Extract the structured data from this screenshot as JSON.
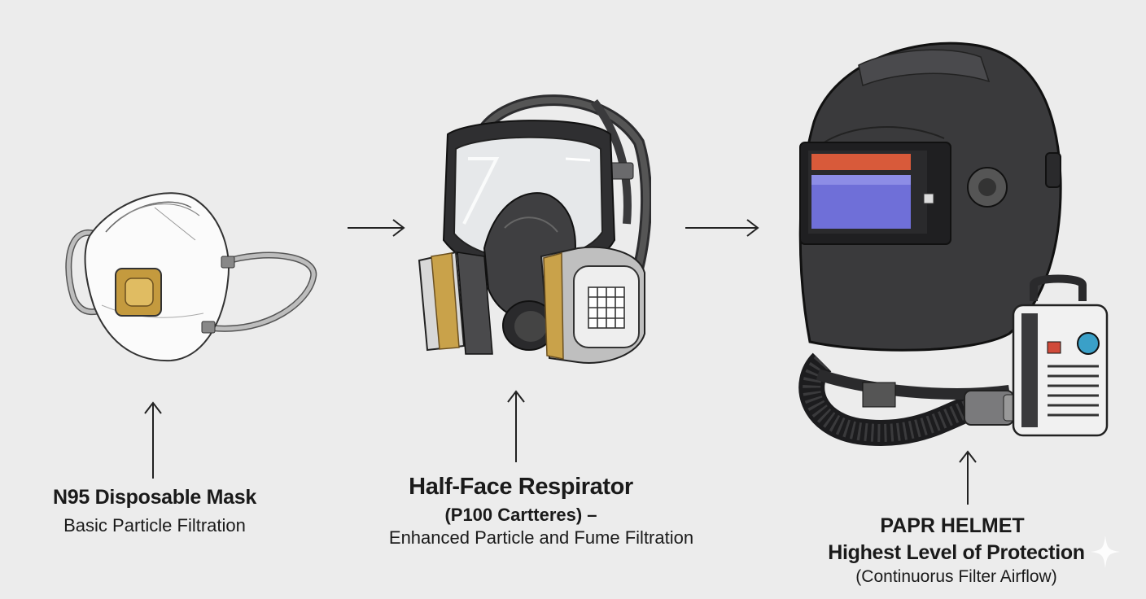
{
  "stages": [
    {
      "title": "N95 Disposable Mask",
      "subtitle": "Basic Particle Filtration"
    },
    {
      "title": "Half-Face Respirator",
      "subtitle": "(P100 Cartteres) –",
      "detail": "Enhanced Particle and Fume Filtration"
    },
    {
      "title": "PAPR HELMET",
      "subtitle": "Highest Level of Protection",
      "detail": "(Continuorus Filter Airflow)"
    }
  ],
  "colors": {
    "background": "#ececec",
    "helmet": "#3a3a3c",
    "cartridge_band": "#c9a24a",
    "valve": "#c49a3e",
    "lens": "#6f6fd8",
    "lens_top": "#d85a3a",
    "indicator_blue": "#3aa0c8",
    "indicator_red": "#d04a3a"
  },
  "icons": [
    "n95-mask-icon",
    "half-face-respirator-icon",
    "papr-helmet-icon",
    "sparkle-icon"
  ]
}
